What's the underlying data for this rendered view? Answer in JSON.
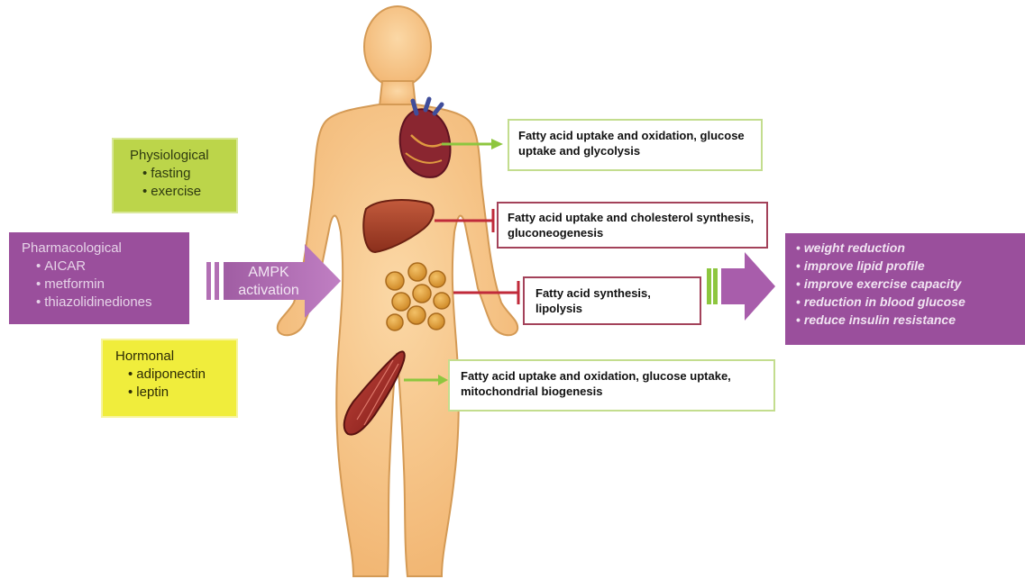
{
  "inputs": {
    "physiological": {
      "title": "Physiological",
      "items": [
        "fasting",
        "exercise"
      ]
    },
    "pharmacological": {
      "title": "Pharmacological",
      "items": [
        "AICAR",
        "metformin",
        "thiazolidinediones"
      ]
    },
    "hormonal": {
      "title": "Hormonal",
      "items": [
        "adiponectin",
        "leptin"
      ]
    }
  },
  "ampk": {
    "line1": "AMPK",
    "line2": "activation"
  },
  "effects": {
    "heart": "Fatty acid uptake and oxidation, glucose uptake and glycolysis",
    "liver": "Fatty acid uptake and cholesterol synthesis, gluconeogenesis",
    "adipose": "Fatty acid synthesis, lipolysis",
    "muscle": "Fatty acid uptake and oxidation, glucose uptake, mitochondrial biogenesis"
  },
  "outcomes": [
    "weight reduction",
    "improve lipid profile",
    "improve exercise capacity",
    "reduction in blood glucose",
    "reduce insulin resistance"
  ],
  "colors": {
    "physiological": "#bcd54a",
    "pharmacological": "#9a4f9c",
    "hormonal": "#f0ed3c",
    "skin": "#f5c386",
    "skin_outline": "#d49a55",
    "activation_arrow": "#b26fb4",
    "inhibition": "#c02a3a",
    "stimulation": "#8dc63f"
  }
}
